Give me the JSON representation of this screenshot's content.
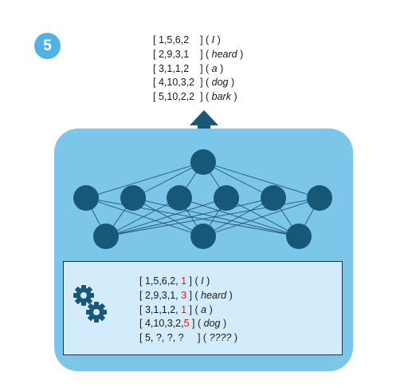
{
  "step": {
    "number": "5"
  },
  "output_rows": [
    {
      "vector": "[ 1,5,6,2    ]",
      "word": "I"
    },
    {
      "vector": "[ 2,9,3,1    ]",
      "word": "heard"
    },
    {
      "vector": "[ 3,1,1,2    ]",
      "word": "a"
    },
    {
      "vector": "[ 4,10,3,2  ]",
      "word": "dog"
    },
    {
      "vector": "[ 5,10,2,2  ]",
      "word": "bark"
    }
  ],
  "input_rows": [
    {
      "prefix": "[ 1,5,6,2, ",
      "new": "1",
      "suffix": " ]",
      "word": "I"
    },
    {
      "prefix": "[ 2,9,3,1, ",
      "new": "3",
      "suffix": " ]",
      "word": "heard"
    },
    {
      "prefix": "[ 3,1,1,2, ",
      "new": "1",
      "suffix": " ]",
      "word": "a"
    },
    {
      "prefix": "[ 4,10,3,2,",
      "new": "5",
      "suffix": " ]",
      "word": "dog"
    },
    {
      "prefix": "[ 5, ?, ?, ?    ",
      "new": "",
      "suffix": " ]",
      "word": "????"
    }
  ],
  "colors": {
    "badge": "#4fb3e6",
    "panel": "#7cc6ea",
    "node": "#175879",
    "input_box": "#d3ecfb",
    "arrow": "#175879",
    "highlight": "#e01c1c"
  },
  "icons": {
    "gears": "gears-icon",
    "arrow": "arrow-up-icon"
  }
}
